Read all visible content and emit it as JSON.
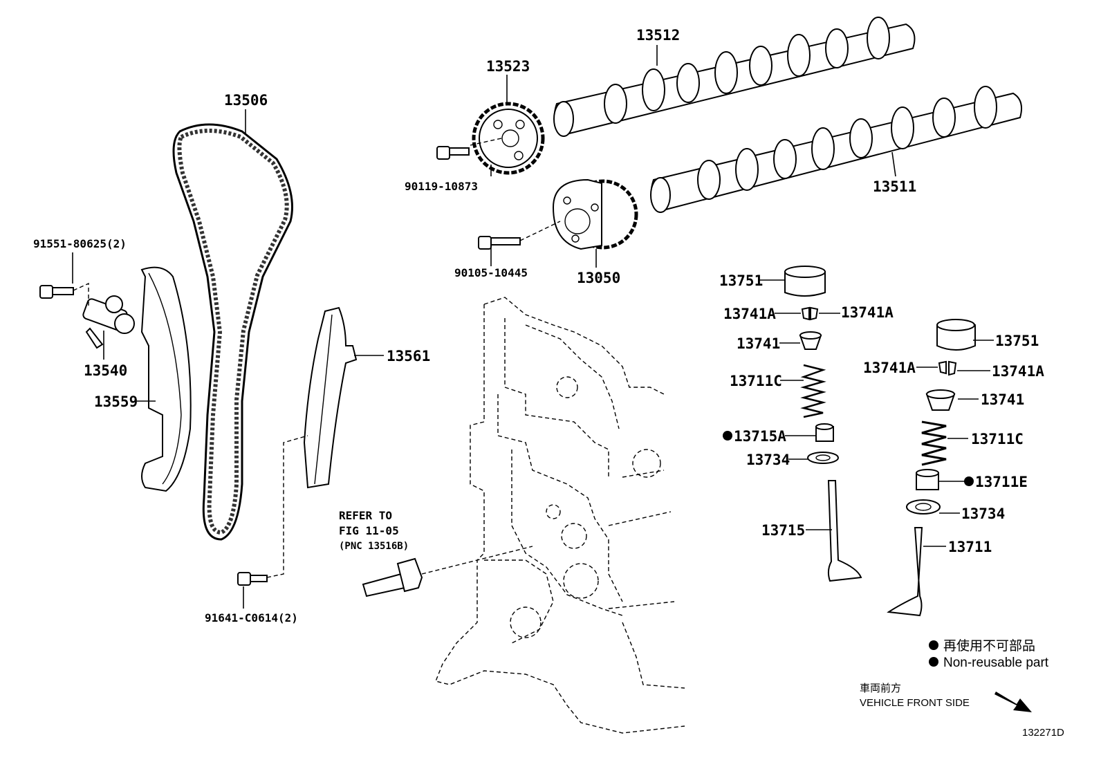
{
  "labels": {
    "p13512": "13512",
    "p13523": "13523",
    "p13506": "13506",
    "p90119_10873": "90119-10873",
    "p13511": "13511",
    "p91551_80625": "91551-80625(2)",
    "p90105_10445": "90105-10445",
    "p13050": "13050",
    "p13751_a": "13751",
    "p13741A_a1": "13741A",
    "p13741A_a2": "13741A",
    "p13741_a": "13741",
    "p13540": "13540",
    "p13561": "13561",
    "p13711C_a": "13711C",
    "p13751_b": "13751",
    "p13741A_b1": "13741A",
    "p13741A_b2": "13741A",
    "p13559": "13559",
    "p13741_b": "13741",
    "p13715A": "13715A",
    "p13711C_b": "13711C",
    "p13734_a": "13734",
    "p13711E": "13711E",
    "p13734_b": "13734",
    "p13715": "13715",
    "p13711": "13711",
    "p91641_C0614": "91641-C0614(2)"
  },
  "refer": {
    "line1": "REFER TO",
    "line2": "FIG 11-05",
    "line3": "(PNC 13516B)"
  },
  "legend": {
    "ja": "再使用不可部品",
    "en": "Non-reusable part",
    "marker_color": "#000000"
  },
  "front": {
    "ja": "車両前方",
    "en": "VEHICLE FRONT SIDE"
  },
  "figure_id": "132271D"
}
